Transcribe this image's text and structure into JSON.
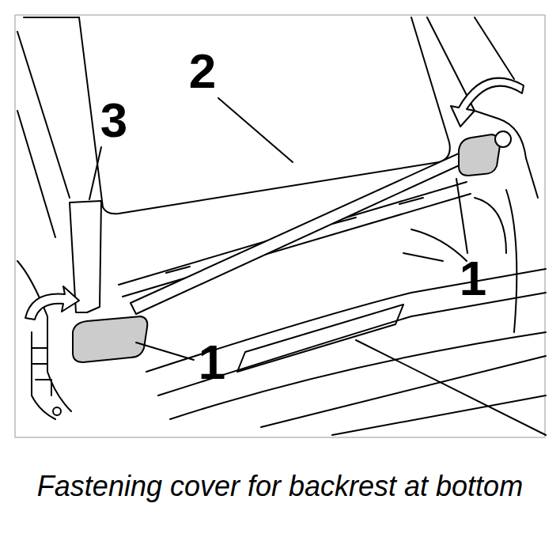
{
  "diagram": {
    "caption": "Fastening cover for backrest at bottom",
    "labels": [
      "2",
      "3",
      "1",
      "1"
    ]
  }
}
